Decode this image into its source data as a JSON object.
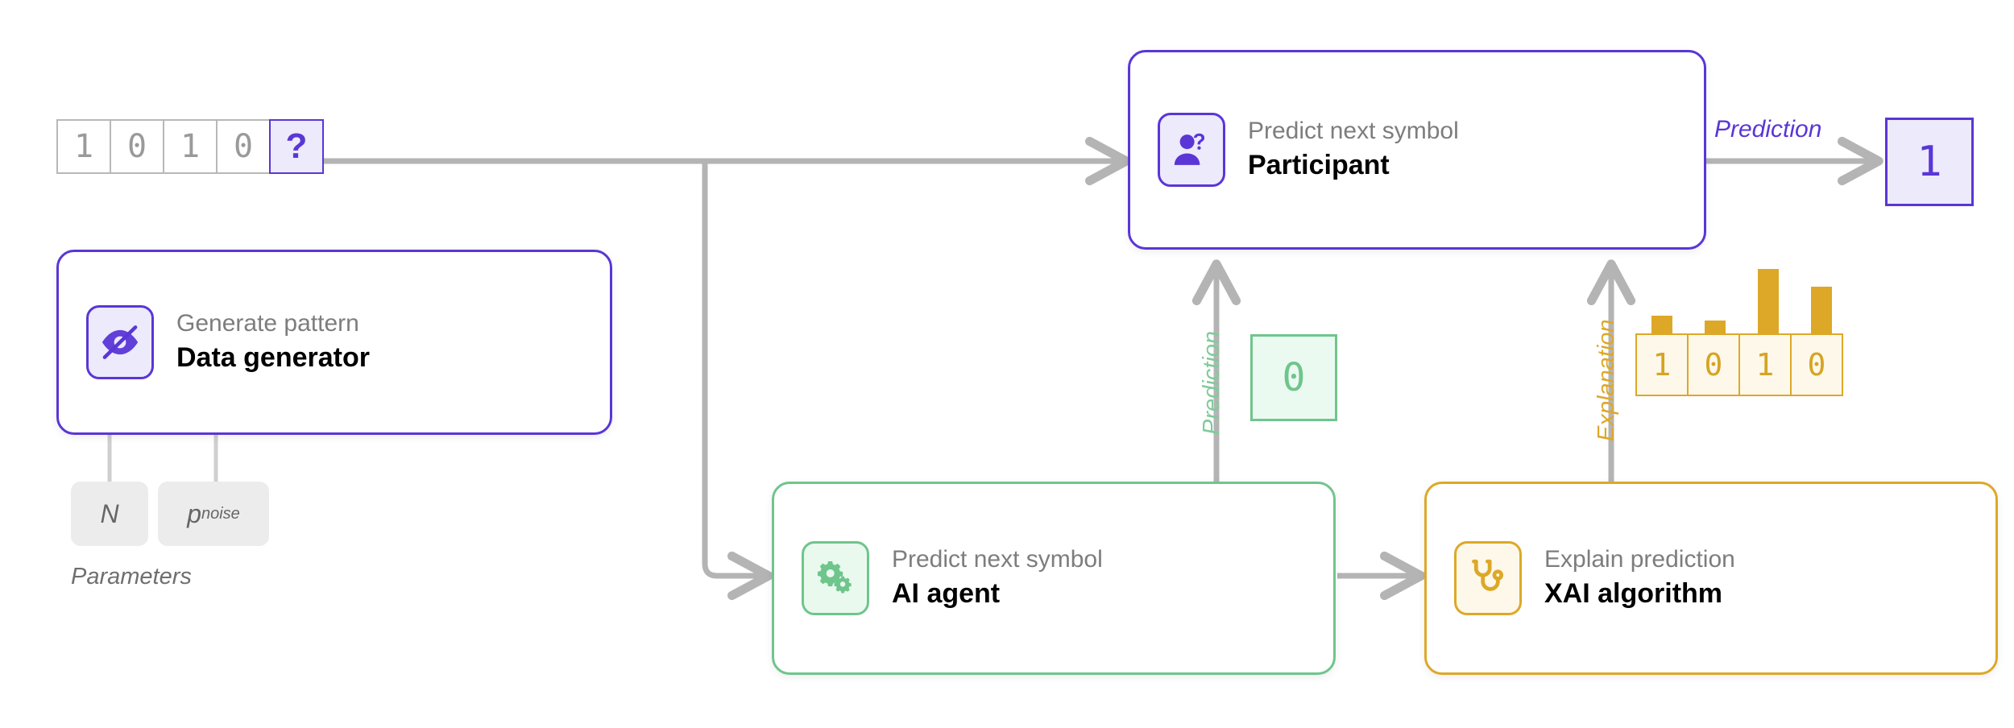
{
  "colors": {
    "purple": "#5a36d6",
    "purple_bg": "#eceafb",
    "green": "#6fc58c",
    "green_bg": "#e9f9ee",
    "amber": "#dda828",
    "amber_bg": "#fdf8e9",
    "gray_wire": "#b4b4b4",
    "gray_text": "#7d7d7d"
  },
  "sequence": {
    "name": "input-sequence",
    "cells": [
      "1",
      "0",
      "1",
      "0"
    ],
    "unknown": "?"
  },
  "cards": {
    "data_generator": {
      "subtitle": "Generate pattern",
      "title": "Data generator",
      "icon": "eye-off-icon",
      "accent": "#5a36d6"
    },
    "participant": {
      "subtitle": "Predict next symbol",
      "title": "Participant",
      "icon": "person-question-icon",
      "accent": "#5a36d6"
    },
    "ai_agent": {
      "subtitle": "Predict next symbol",
      "title": "AI agent",
      "icon": "gears-icon",
      "accent": "#6fc58c"
    },
    "xai_algorithm": {
      "subtitle": "Explain prediction",
      "title": "XAI algorithm",
      "icon": "stethoscope-icon",
      "accent": "#dda828"
    }
  },
  "parameters": {
    "label": "Parameters",
    "items": [
      {
        "symbol": "N",
        "subscript": ""
      },
      {
        "symbol": "p",
        "subscript": "noise"
      }
    ]
  },
  "edges": {
    "participant_prediction_label": "Prediction",
    "participant_prediction_value": "1",
    "ai_prediction_label": "Prediction",
    "ai_prediction_value": "0",
    "explanation_label": "Explanation"
  },
  "chart_data": {
    "type": "bar",
    "title": "Explanation",
    "categories": [
      "1",
      "0",
      "1",
      "0"
    ],
    "values": [
      22,
      16,
      80,
      58
    ],
    "ylim": [
      0,
      86
    ],
    "xlabel": "",
    "ylabel": "",
    "grid": false,
    "legend": "none",
    "bar_color": "#dda828",
    "note": "Feature importance bars above each input symbol token"
  }
}
